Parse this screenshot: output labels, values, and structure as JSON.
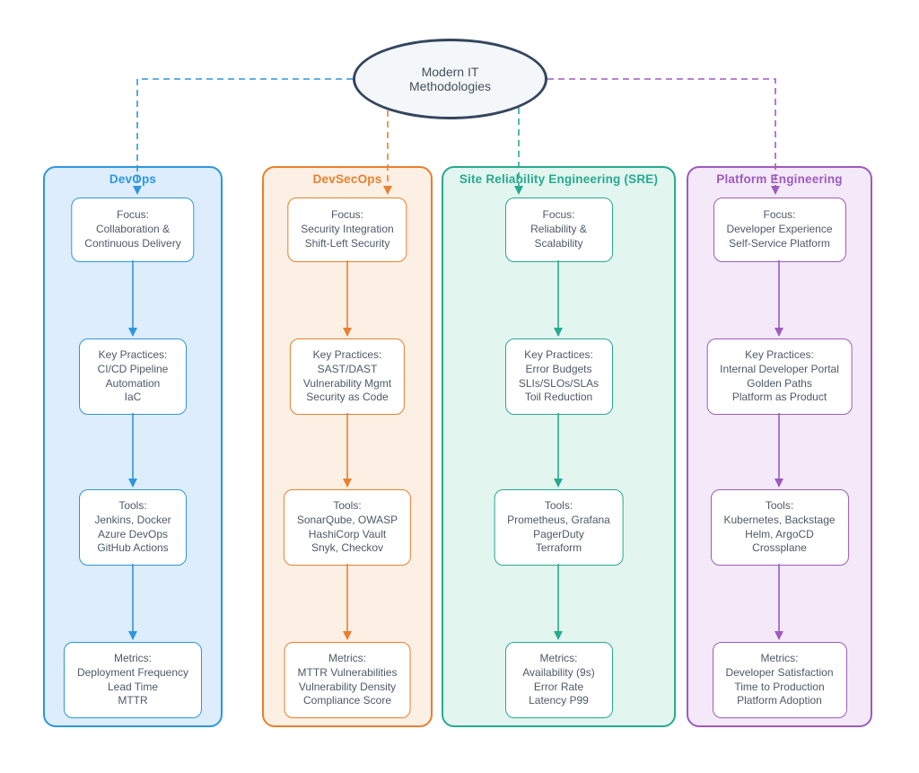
{
  "diagram": {
    "root": {
      "title": "Modern IT\nMethodologies"
    },
    "columns": [
      {
        "title": "DevOps",
        "color": "#2e96dd",
        "fill": "#ddedfb",
        "focus": "Focus:\nCollaboration &\nContinuous Delivery",
        "key_practices": "Key Practices:\nCI/CD Pipeline\nAutomation\nIaC",
        "tools": "Tools:\nJenkins, Docker\nAzure DevOps\nGitHub Actions",
        "metrics": "Metrics:\nDeployment Frequency\nLead Time\nMTTR"
      },
      {
        "title": "DevSecOps",
        "color": "#e8802f",
        "fill": "#fcefe3",
        "focus": "Focus:\nSecurity Integration\nShift-Left Security",
        "key_practices": "Key Practices:\nSAST/DAST\nVulnerability Mgmt\nSecurity as Code",
        "tools": "Tools:\nSonarQube, OWASP\nHashiCorp Vault\nSnyk, Checkov",
        "metrics": "Metrics:\nMTTR Vulnerabilities\nVulnerability Density\nCompliance Score"
      },
      {
        "title": "Site Reliability Engineering (SRE)",
        "color": "#27aa90",
        "fill": "#e2f5ee",
        "focus": "Focus:\nReliability &\nScalability",
        "key_practices": "Key Practices:\nError Budgets\nSLIs/SLOs/SLAs\nToil Reduction",
        "tools": "Tools:\nPrometheus, Grafana\nPagerDuty\nTerraform",
        "metrics": "Metrics:\nAvailability (9s)\nError Rate\nLatency P99"
      },
      {
        "title": "Platform Engineering",
        "color": "#9e5bbd",
        "fill": "#f3e9f8",
        "focus": "Focus:\nDeveloper Experience\nSelf-Service Platform",
        "key_practices": "Key Practices:\nInternal Developer Portal\nGolden Paths\nPlatform as Product",
        "tools": "Tools:\nKubernetes, Backstage\nHelm, ArgoCD\nCrossplane",
        "metrics": "Metrics:\nDeveloper Satisfaction\nTime to Production\nPlatform Adoption"
      }
    ],
    "colors": {
      "root_stroke": "#34455e",
      "root_fill": "#f4f7f9",
      "body_text": "#4d5a68"
    }
  }
}
